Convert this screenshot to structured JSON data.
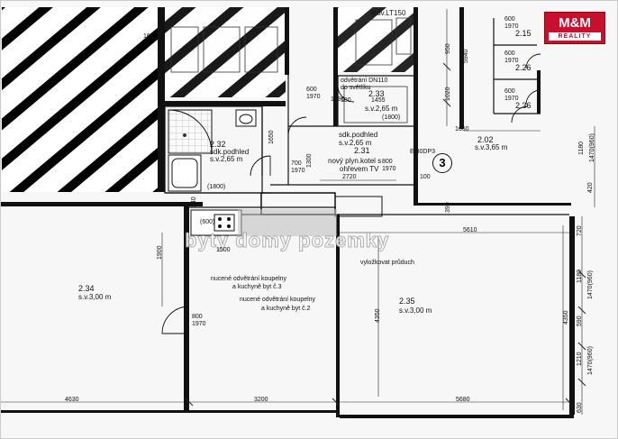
{
  "brand": {
    "name": "M&M",
    "sub": "REALITY",
    "watermark": "byty domy pozemky"
  },
  "rooms": {
    "r232": {
      "num": "2.32",
      "l1": "sdk.podhled",
      "l2": "s.v.2,65 m"
    },
    "r231": {
      "num": "2.31",
      "l1": "sdk.podhled",
      "l2": "s.v.2,65 m"
    },
    "r233": {
      "num": "2.33",
      "l2": "s.v.2,65 m"
    },
    "r234": {
      "num": "2.34",
      "l2": "s.v.3,00 m"
    },
    "r235": {
      "num": "2.35",
      "l2": "s.v.3,00 m"
    },
    "r202": {
      "num": "2.02",
      "l2": "s.v.3,65 m"
    },
    "r215": "2.15",
    "r226": "2.26",
    "r236": "2.36"
  },
  "notes": {
    "kotel1": "nový plyn.kotel s",
    "kotel2": "ohřevem TV",
    "odvetrani1": "odvětrání DN110",
    "odvetrani2": "do světlíku",
    "stov": "štův.LT150",
    "p1a": "nucené odvětrání koupelny",
    "p1b": "a kuchyně byt č.3",
    "p2a": "nucené odvětrání koupelny",
    "p2b": "a kuchyně byt č.2",
    "vylozkovat": "vyložkovat průduch",
    "ei": "EI30DP3",
    "marker": "3"
  },
  "dims": {
    "d160": "160",
    "d1650": "1650",
    "d1300": "1300",
    "d1090": "1090",
    "d600": "600",
    "d1970": "1970",
    "d700": "700",
    "d800": "800",
    "d1800p": "(1800)",
    "d1800": "1800",
    "d340": "340",
    "d600p": "(600)",
    "d1900": "1900",
    "d1500": "1500",
    "d4630": "4630",
    "d3200": "3200",
    "d5610": "5610",
    "d4350": "4350",
    "d720": "720",
    "d1180": "1180",
    "d1470": "1470(960)",
    "d590": "590",
    "d1210": "1210",
    "d630": "630",
    "d2720": "2720",
    "d100": "100",
    "d1660": "1660",
    "d1455": "1455",
    "d180": "180",
    "d950": "950",
    "d5940": "5940",
    "d1020": "1020",
    "d390": "390",
    "d420": "420",
    "d4350b": "4350",
    "d1180b": "1180",
    "d5680": "5680"
  }
}
